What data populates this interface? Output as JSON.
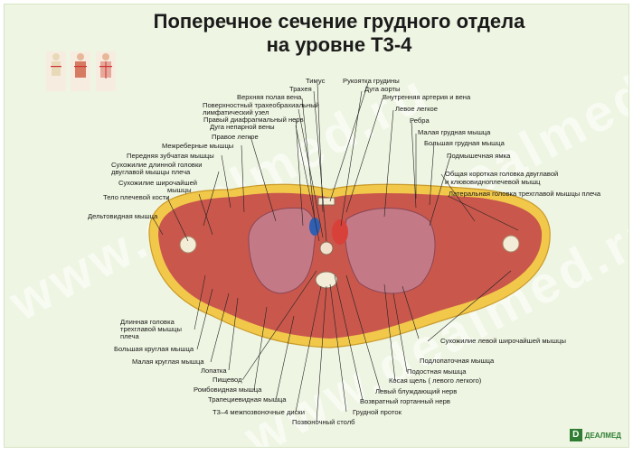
{
  "title_line1": "Поперечное сечение грудного отдела",
  "title_line2": "на уровне Т3-4",
  "labels": {
    "timus": "Тимус",
    "rukoyatka": "Рукоятка грудины",
    "traheya": "Трахея",
    "duga_aorty": "Дуга аорты",
    "vpv": "Верхняя полая вена",
    "vnutr_art": "Внутренняя артерия и вена",
    "uzel1": "Поверхностный трахеобрахиальный",
    "uzel2": "лимфатический узел",
    "levoe_legkoe": "Левое легкое",
    "pravyi_nerv": "Правый диафрагмальный нерв",
    "rebra": "Ребра",
    "duga_nep": "Дуга непарной вены",
    "malaya_grud": "Малая грудная мышца",
    "pravoe_legkoe": "Правое легкое",
    "bolshaya_grud": "Большая грудная мышца",
    "mezhreb": "Межреберные мышцы",
    "podmysh": "Подмышечная ямка",
    "perednyaya": "Передняя зубчатая мышцы",
    "korotk1": "Общая короткая  головка двуглавой",
    "korotk2": "и клювовидноплечевой мышц",
    "suhozh_dl1": "Сухожилие длинной головки",
    "suhozh_dl2": "двуглавой мышцы плеча",
    "lateral": "Латеральная головка трехглавой мышцы плеча",
    "suhozh_shir1": "Сухожилие широчайшей",
    "suhozh_shir2": "мышцы",
    "telo": "Тело плечевой кости",
    "deltov": "Дельтовидная мышца",
    "dlinnaya1": "Длинная головка",
    "dlinnaya2": "трехглавой мышцы",
    "dlinnaya3": "плеча",
    "suhozh_lev": "Сухожилие левой широчайшей мышцы",
    "bolsh_krug": "Большая круглая мышца",
    "podlopat": "Подлопаточная мышца",
    "malaya_krug": "Малая круглая мышца",
    "podost": "Подостная мышца",
    "lopatka": "Лопатка",
    "kosaya": "Косая щель ( левого легкого)",
    "pischevod": "Пищевод",
    "bluzh": "Левый блуждающий нерв",
    "romb": "Ромбовидная мышца",
    "vozvrat": "Возвратный гортанный нерв",
    "trapec": "Трапециевидная мышца",
    "grud_protok": "Грудной проток",
    "diski": "Т3–4 межпозвоночные диски",
    "pozv": "Позвоночный столб"
  },
  "watermark": "www.dealmed.ru",
  "logo": "ДЕАЛМЕД",
  "colors": {
    "fat": "#f2c84b",
    "muscle": "#c9574c",
    "lung": "#c47a86",
    "bone": "#f3ecd6",
    "aorta": "#d8403a",
    "vein": "#2f5fb3"
  }
}
